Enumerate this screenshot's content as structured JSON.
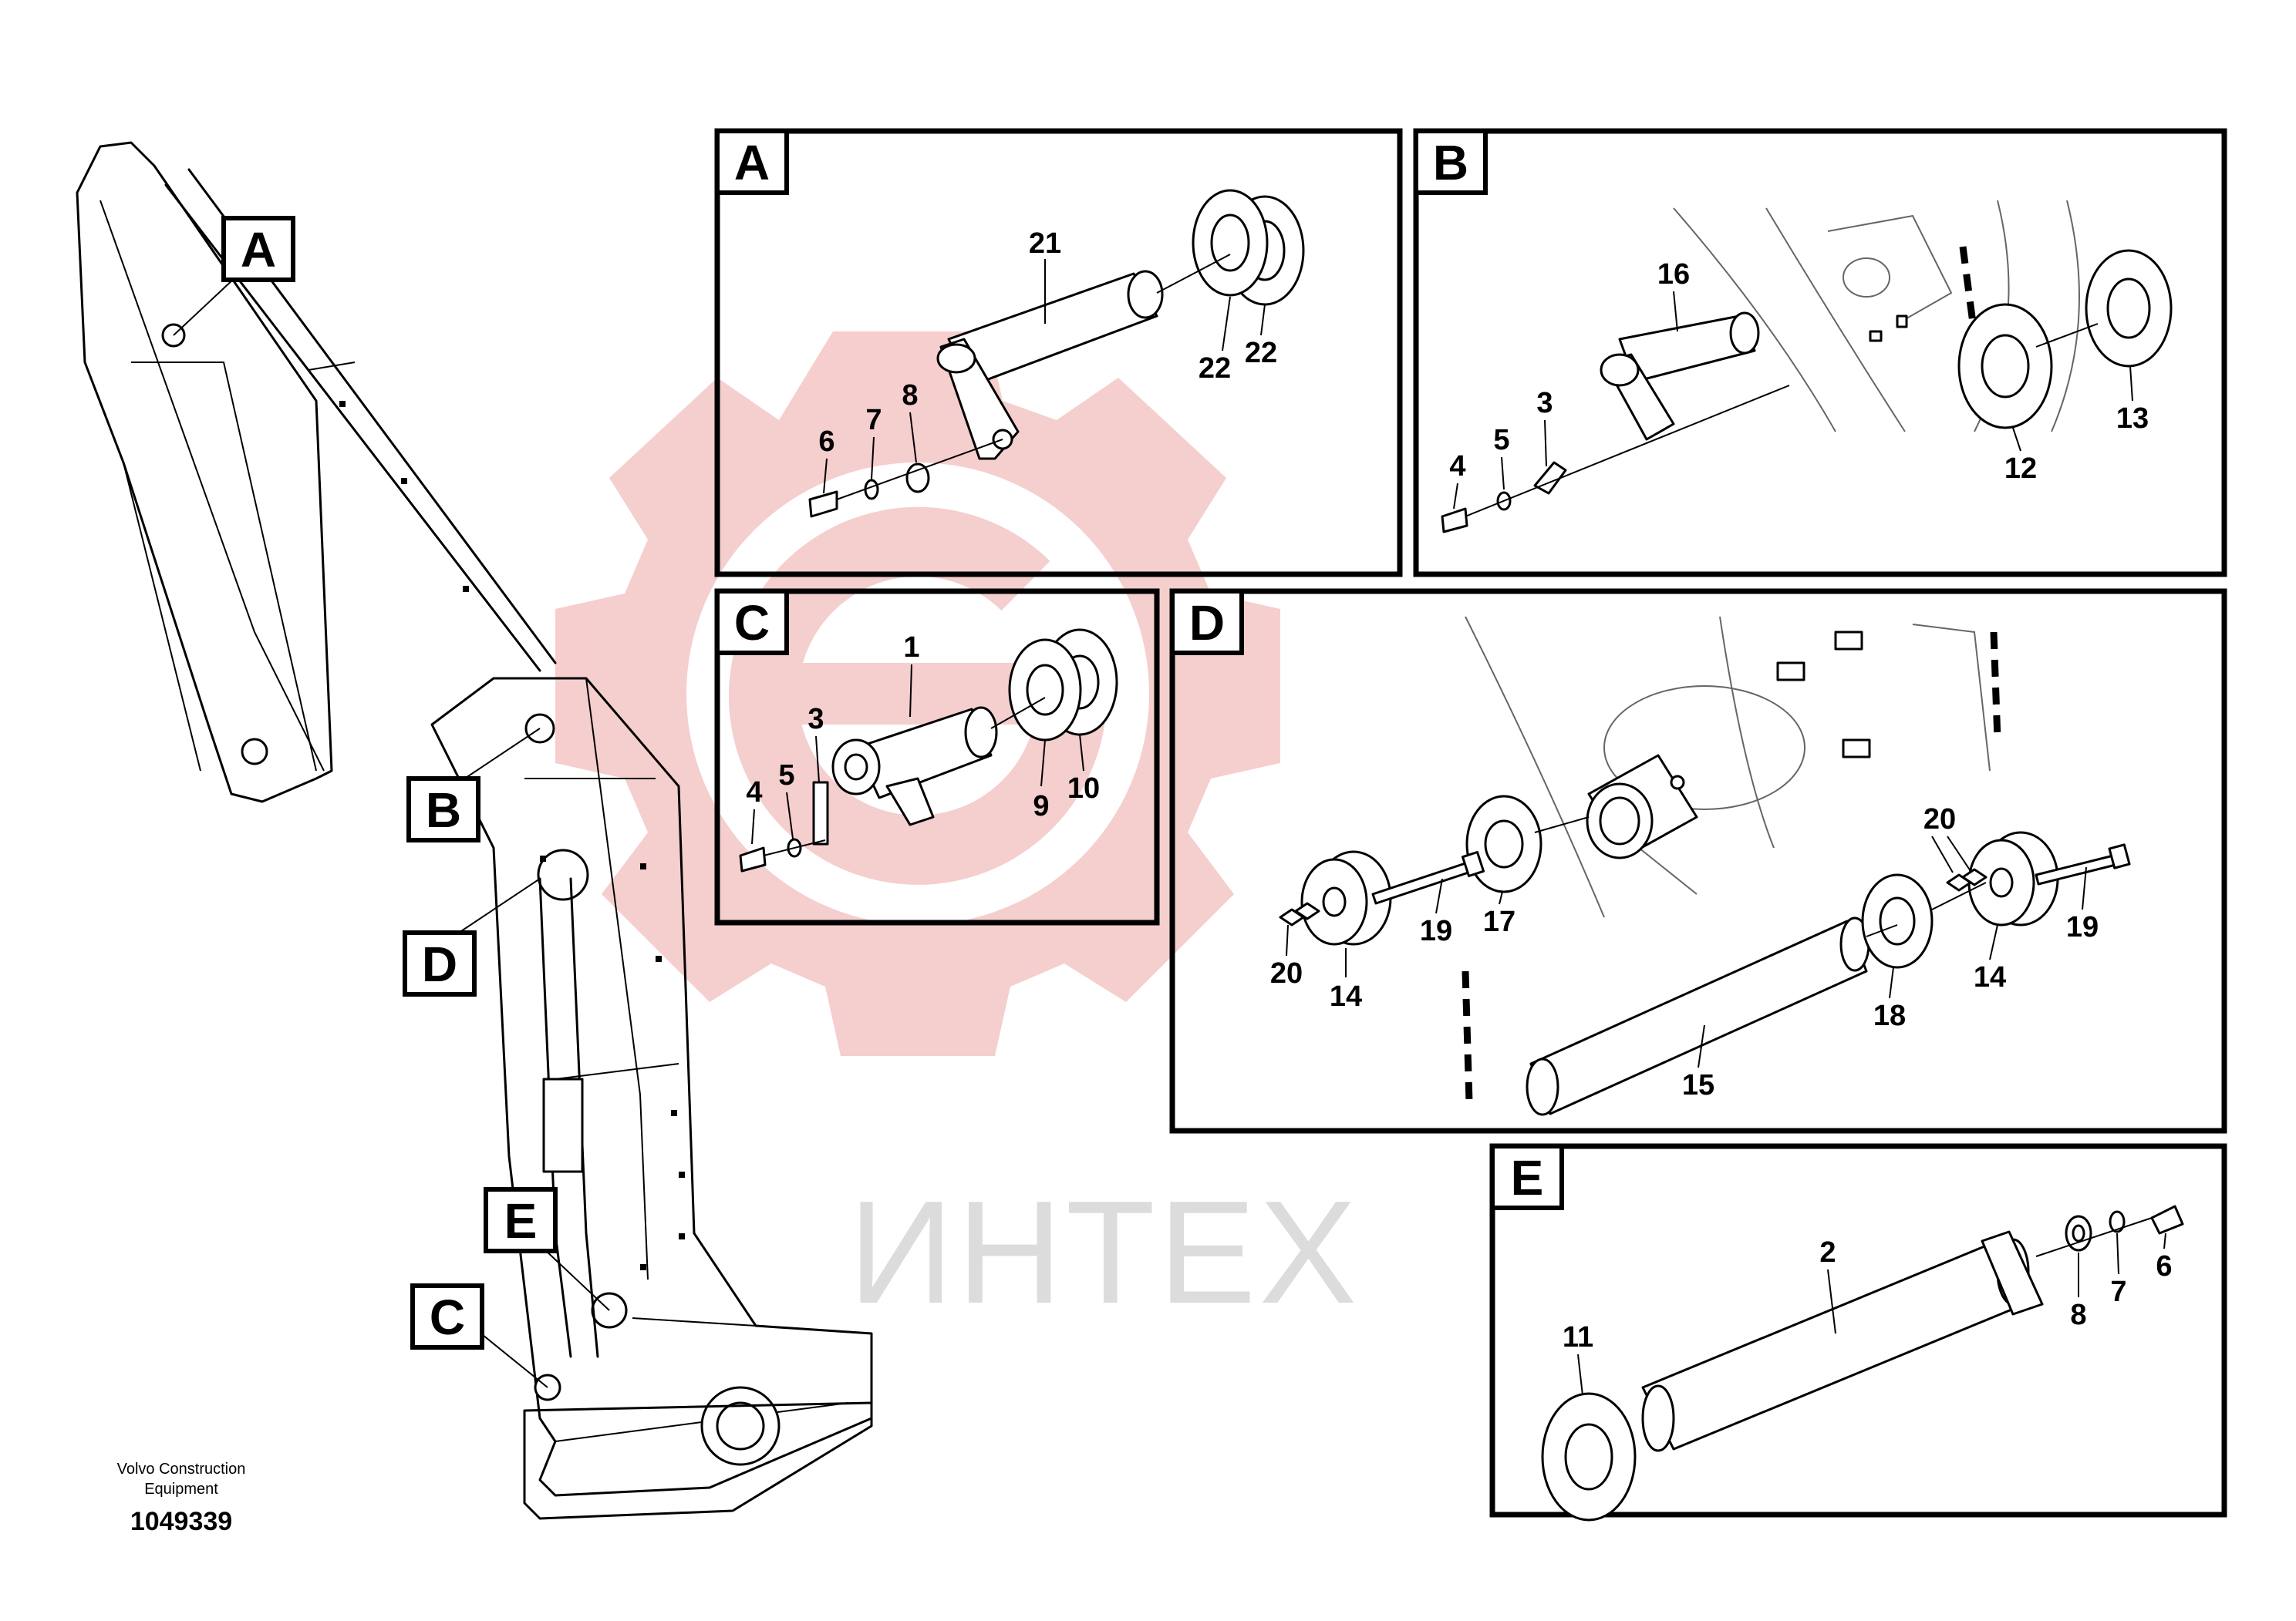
{
  "watermark": {
    "text": "ИНТЕХ",
    "color": "#f5c9c9"
  },
  "footer": {
    "company_line1": "Volvo Construction",
    "company_line2": "Equipment",
    "drawing_number": "1049339"
  },
  "location_tags": [
    "A",
    "B",
    "D",
    "E",
    "C"
  ],
  "panels": {
    "A": {
      "label": "A",
      "callouts": [
        "21",
        "22",
        "22",
        "6",
        "7",
        "8"
      ]
    },
    "B": {
      "label": "B",
      "callouts": [
        "16",
        "3",
        "4",
        "5",
        "12",
        "13"
      ]
    },
    "C": {
      "label": "C",
      "callouts": [
        "1",
        "3",
        "4",
        "5",
        "9",
        "10"
      ]
    },
    "D": {
      "label": "D",
      "callouts": [
        "20",
        "14",
        "19",
        "17",
        "15",
        "18",
        "20",
        "14",
        "19"
      ]
    },
    "E": {
      "label": "E",
      "callouts": [
        "2",
        "11",
        "8",
        "7",
        "6"
      ]
    }
  }
}
